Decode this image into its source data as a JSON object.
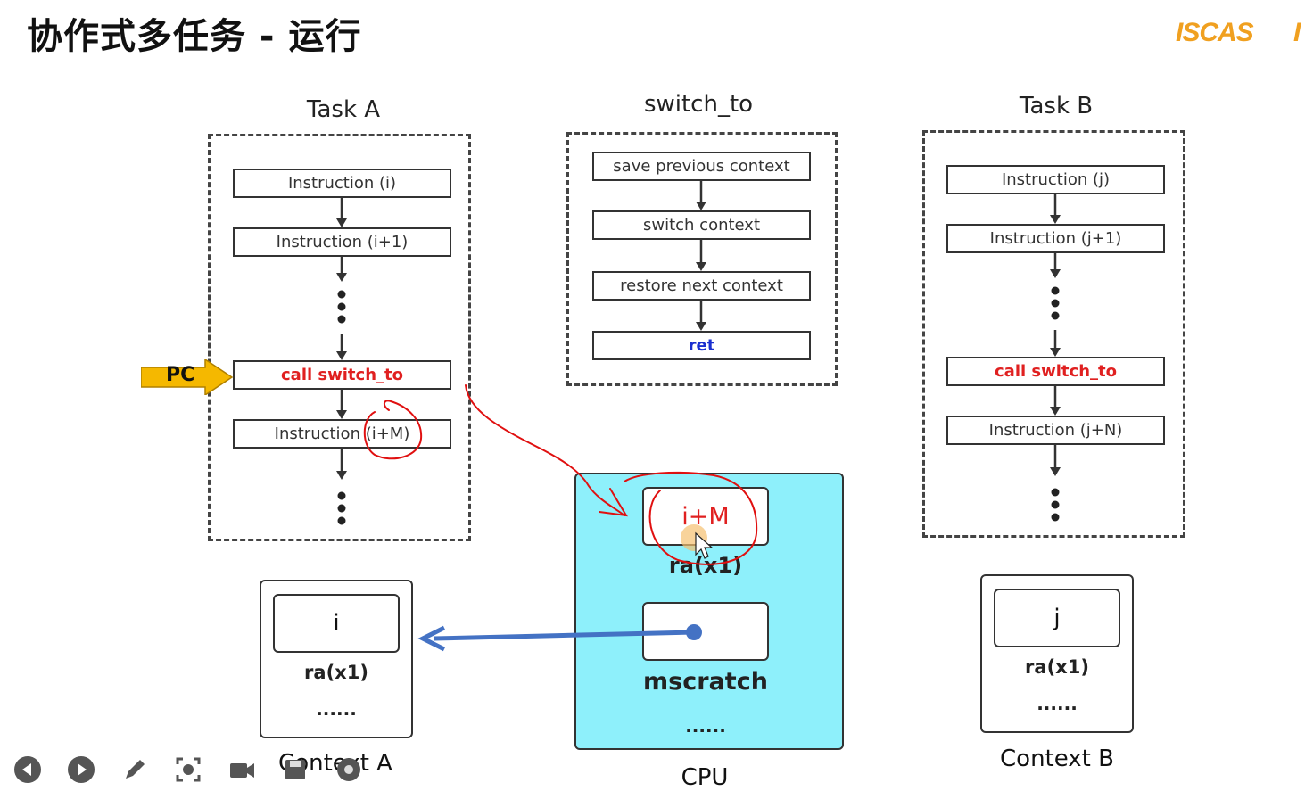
{
  "slide": {
    "title": "协作式多任务 - 运行",
    "logo": "ISCAS",
    "logo_tail": "I"
  },
  "task_a": {
    "title": "Task A",
    "instructions": [
      "Instruction (i)",
      "Instruction (i+1)",
      "call  switch_to",
      "Instruction (i+M)"
    ],
    "pc_label": "PC"
  },
  "switch_to": {
    "title": "switch_to",
    "steps": [
      "save previous context",
      "switch context",
      "restore next context",
      "ret"
    ]
  },
  "task_b": {
    "title": "Task B",
    "instructions": [
      "Instruction (j)",
      "Instruction (j+1)",
      "call switch_to",
      "Instruction (j+N)"
    ]
  },
  "context_a": {
    "value": "i",
    "register": "ra(x1)",
    "ellipsis": "......",
    "caption": "Context A"
  },
  "cpu": {
    "ra_value": "i+M",
    "ra_label": "ra(x1)",
    "mscratch_label": "mscratch",
    "ellipsis": "......",
    "caption": "CPU"
  },
  "context_b": {
    "value": "j",
    "register": "ra(x1)",
    "ellipsis": "......",
    "caption": "Context B"
  },
  "colors": {
    "highlight_red": "#e02020",
    "ret_blue": "#1a2fcf",
    "cpu_fill": "#8ef0fb",
    "pc_arrow": "#f5b800",
    "pointer_arrow": "#4472c4",
    "annotation": "#e01010"
  },
  "toolbar": [
    "prev-icon",
    "next-icon",
    "pen-icon",
    "screenshot-icon",
    "camera-icon",
    "save-icon",
    "settings-icon"
  ]
}
